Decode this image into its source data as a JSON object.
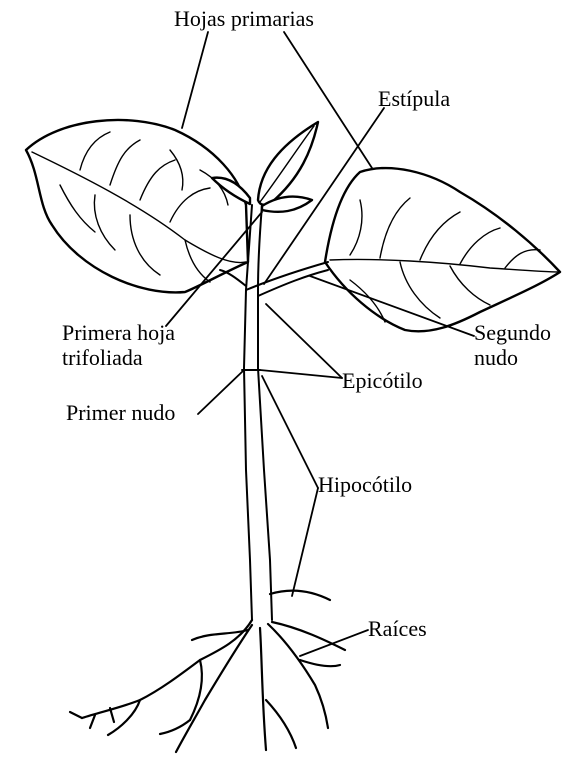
{
  "labels": {
    "hojas_primarias": "Hojas primarias",
    "estipula": "Estípula",
    "primera_hoja_line1": "Primera hoja",
    "primera_hoja_line2": "trifoliada",
    "segundo_nudo_line1": "Segundo",
    "segundo_nudo_line2": "nudo",
    "epicotilo": "Epicótilo",
    "primer_nudo": "Primer nudo",
    "hipocotilo": "Hipocótilo",
    "raices": "Raíces"
  }
}
